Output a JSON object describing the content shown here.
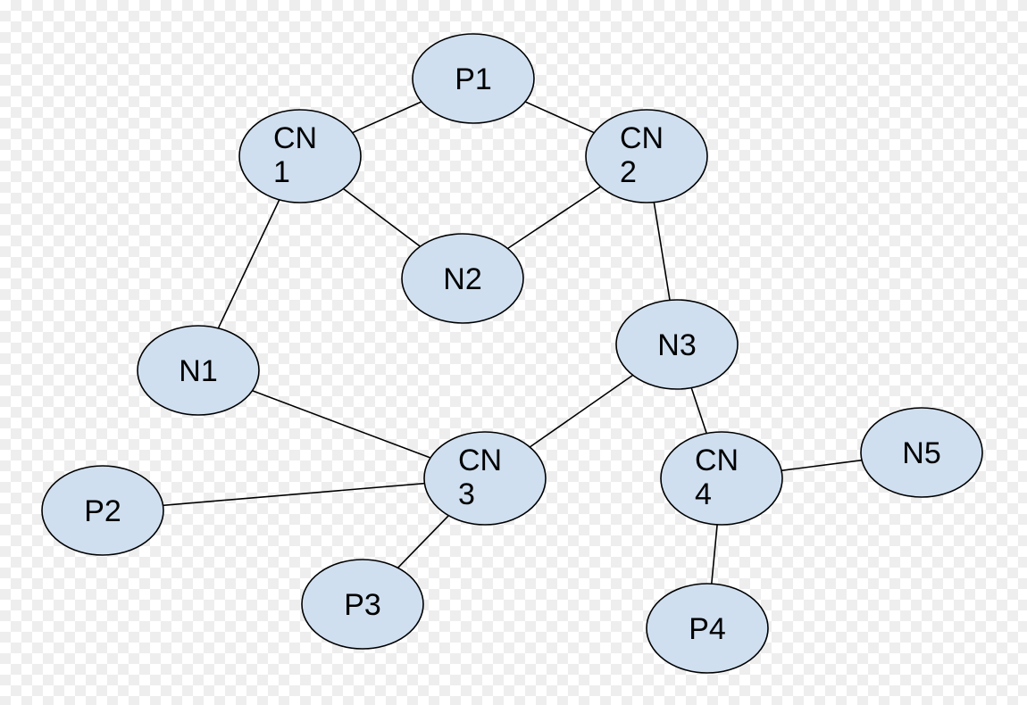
{
  "diagram": {
    "node_fill": "#cfdff0",
    "node_stroke": "#000000",
    "edge_color": "#000000",
    "nodes": [
      {
        "id": "P1",
        "lines": [
          "P1"
        ]
      },
      {
        "id": "CN1",
        "lines": [
          "CN",
          "1"
        ]
      },
      {
        "id": "CN2",
        "lines": [
          "CN",
          "2"
        ]
      },
      {
        "id": "N2",
        "lines": [
          "N2"
        ]
      },
      {
        "id": "N1",
        "lines": [
          "N1"
        ]
      },
      {
        "id": "N3",
        "lines": [
          "N3"
        ]
      },
      {
        "id": "CN3",
        "lines": [
          "CN",
          "3"
        ]
      },
      {
        "id": "CN4",
        "lines": [
          "CN",
          "4"
        ]
      },
      {
        "id": "N5",
        "lines": [
          "N5"
        ]
      },
      {
        "id": "P2",
        "lines": [
          "P2"
        ]
      },
      {
        "id": "P3",
        "lines": [
          "P3"
        ]
      },
      {
        "id": "P4",
        "lines": [
          "P4"
        ]
      }
    ],
    "edges": [
      [
        "CN1",
        "P1"
      ],
      [
        "P1",
        "CN2"
      ],
      [
        "CN1",
        "N2"
      ],
      [
        "CN2",
        "N2"
      ],
      [
        "CN1",
        "N1"
      ],
      [
        "CN2",
        "N3"
      ],
      [
        "N1",
        "CN3"
      ],
      [
        "N3",
        "CN3"
      ],
      [
        "N3",
        "CN4"
      ],
      [
        "CN4",
        "N5"
      ],
      [
        "P2",
        "CN3"
      ],
      [
        "CN3",
        "P3"
      ],
      [
        "CN4",
        "P4"
      ]
    ]
  }
}
